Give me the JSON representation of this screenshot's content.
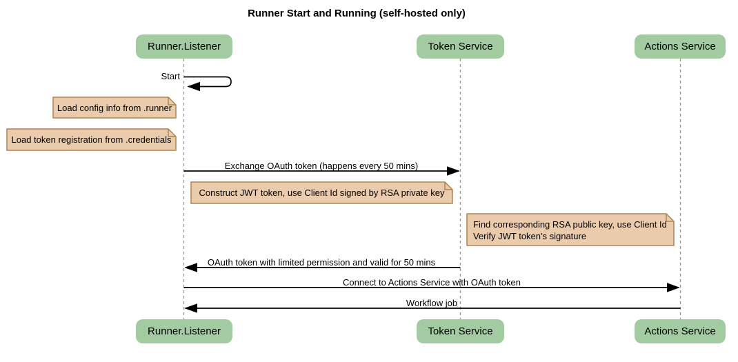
{
  "title": "Runner Start and Running (self-hosted only)",
  "colors": {
    "participant_fill": "#A2CBA2",
    "note_fill": "#EACBAB",
    "note_border": "#AD8453",
    "lifeline": "#999999",
    "arrow": "#000000"
  },
  "participants": [
    {
      "label": "Runner.Listener"
    },
    {
      "label": "Token Service"
    },
    {
      "label": "Actions Service"
    }
  ],
  "messages": {
    "start": "Start",
    "exchange": "Exchange OAuth token (happens every 50 mins)",
    "oauth_return": "OAuth token with limited permission and valid for 50 mins",
    "connect": "Connect to Actions Service with OAuth token",
    "workflow": "Workflow job"
  },
  "notes": {
    "load_config": "Load config info from .runner",
    "load_token": "Load token registration from .credentials",
    "construct_jwt": "Construct JWT token, use Client Id signed by RSA private key",
    "find_rsa_line1": "Find corresponding RSA public key, use Client Id",
    "find_rsa_line2": "Verify JWT token's signature"
  }
}
